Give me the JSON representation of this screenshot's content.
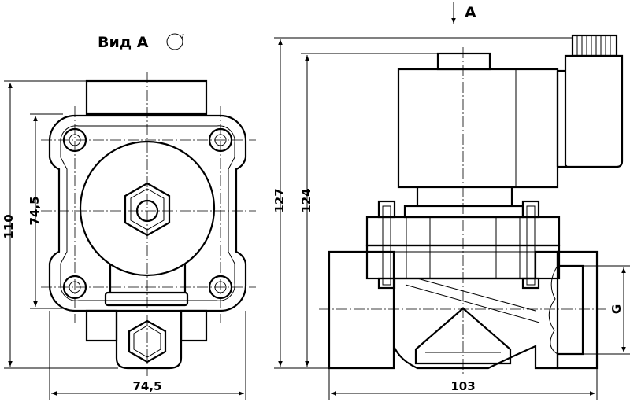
{
  "view_label": "Вид А",
  "arrow_label": "А",
  "dimensions": {
    "left_height": "110",
    "left_bolt_spacing_v": "74,5",
    "left_bolt_spacing_h": "74,5",
    "right_total_height": "127",
    "right_body_height": "124",
    "right_length": "103",
    "thread": "G"
  }
}
